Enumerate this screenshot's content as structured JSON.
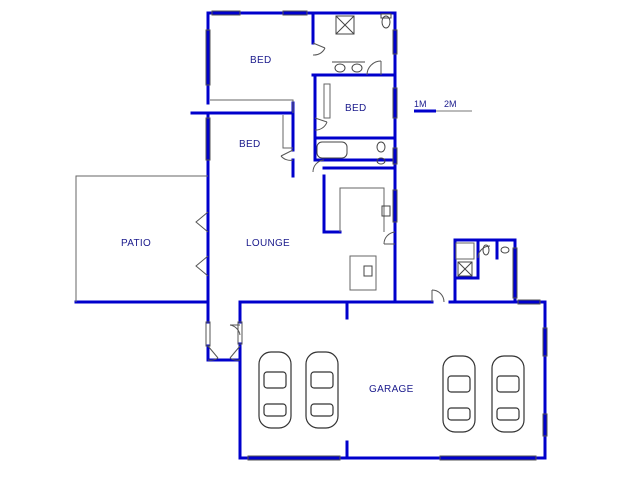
{
  "rooms": {
    "bed_top": "BED",
    "bed_mid": "BED",
    "bed_left": "BED",
    "lounge": "LOUNGE",
    "patio": "PATIO",
    "garage": "GARAGE"
  },
  "scale": {
    "mark1": "1M",
    "mark2": "2M"
  },
  "colors": {
    "wall": "#0000cc",
    "thin": "#555555",
    "label": "#1a1a8c"
  }
}
